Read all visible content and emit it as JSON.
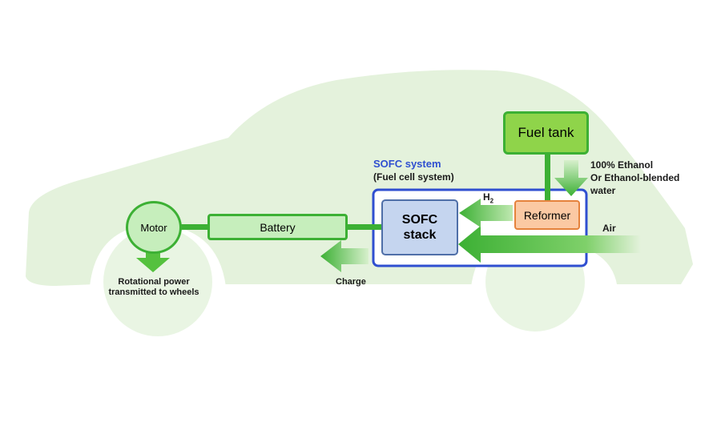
{
  "colors": {
    "car_silhouette": "#e4f2dc",
    "green_accent": "#3cb034",
    "green_light": "#c6eebc",
    "green_lime": "#8fd44a",
    "sofc_border": "#2f4fd0",
    "sofc_title": "#2f4fd0",
    "stack_fill": "#c5d5ef",
    "stack_border": "#4f6fa8",
    "reformer_fill": "#fbc9a3",
    "reformer_border": "#e5823c"
  },
  "diagram": {
    "fuel_tank": "Fuel tank",
    "fuel_note": [
      "100% Ethanol",
      "Or Ethanol-blended",
      "water"
    ],
    "sofc_system_title": "SOFC system",
    "sofc_system_subtitle": "(Fuel cell system)",
    "h2_label": "H",
    "h2_subscript": "2",
    "reformer": "Reformer",
    "sofc_stack": [
      "SOFC",
      "stack"
    ],
    "air_label": "Air",
    "charge_label": "Charge",
    "battery": "Battery",
    "motor": "Motor",
    "rotational_note": [
      "Rotational power",
      "transmitted to wheels"
    ]
  }
}
